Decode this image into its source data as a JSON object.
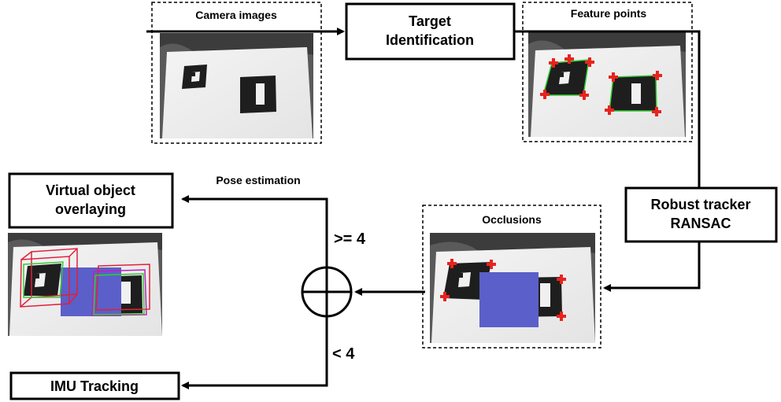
{
  "panels": {
    "camera_images": "Camera images",
    "feature_points": "Feature points",
    "occlusions": "Occlusions"
  },
  "boxes": {
    "target_identification": [
      "Target",
      "Identification"
    ],
    "robust_tracker": [
      "Robust tracker",
      "RANSAC"
    ],
    "virtual_object": [
      "Virtual object",
      "overlaying"
    ],
    "imu_tracking": "IMU Tracking"
  },
  "labels": {
    "pose_estimation": "Pose estimation",
    "ge_four": ">= 4",
    "lt_four": "< 4"
  },
  "colors": {
    "feature_marker": "#e8231e",
    "marker_outline": "#33cc33",
    "virtual_object": "#5b5fc9",
    "cube_red": "#e0203a",
    "cube_magenta": "#c020c0"
  }
}
